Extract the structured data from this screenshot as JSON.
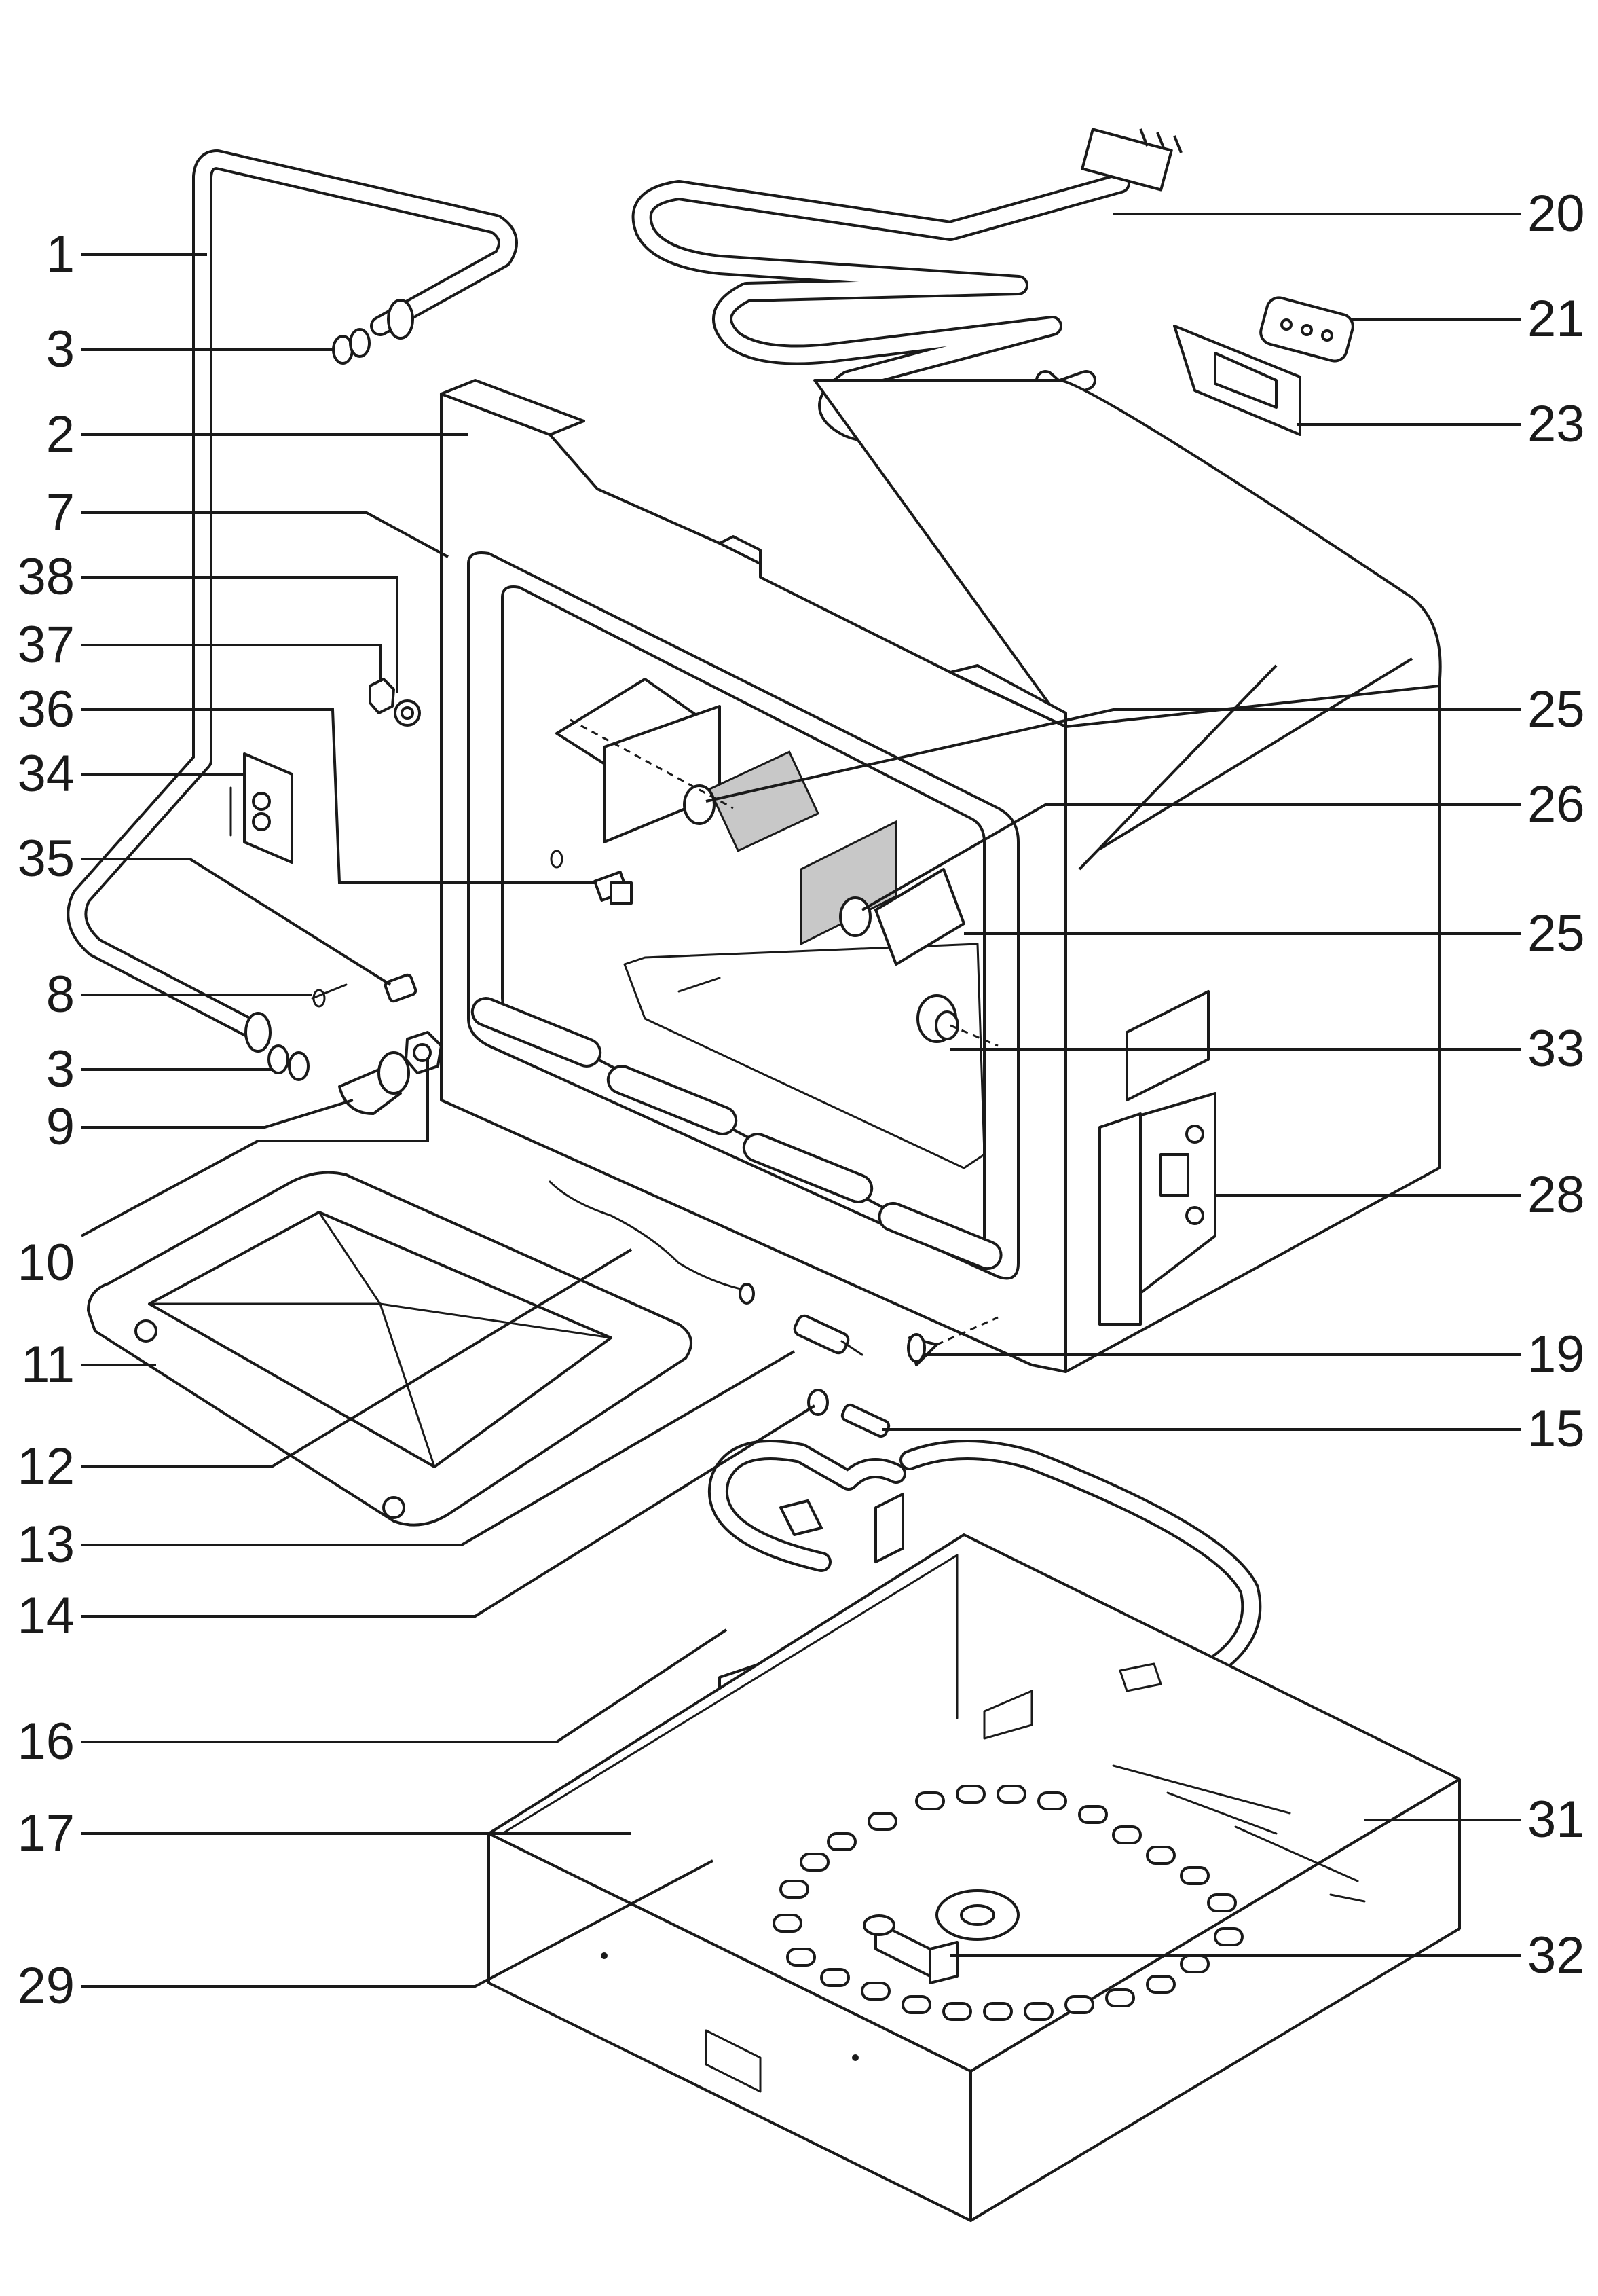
{
  "diagram": {
    "left_callouts": [
      "1",
      "3",
      "2",
      "7",
      "38",
      "37",
      "36",
      "34",
      "35",
      "8",
      "3",
      "9",
      "10",
      "11",
      "12",
      "13",
      "14",
      "16",
      "17",
      "29"
    ],
    "right_callouts": [
      "20",
      "21",
      "23",
      "25",
      "26",
      "25",
      "33",
      "28",
      "19",
      "15",
      "31",
      "32"
    ]
  }
}
